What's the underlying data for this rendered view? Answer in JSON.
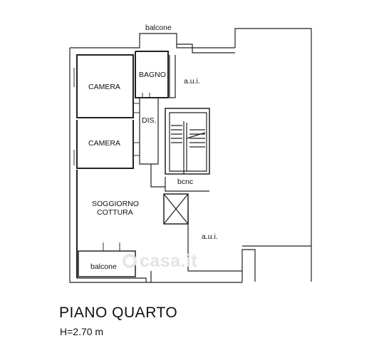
{
  "rooms": {
    "balcone_top": "balcone",
    "bagno": "BAGNO",
    "camera_1": "CAMERA",
    "camera_2": "CAMERA",
    "dis": "DIS.",
    "aui_top": "a.u.i.",
    "bcnc": "bcnc",
    "soggiorno_line1": "SOGGIORNO",
    "soggiorno_line2": "COTTURA",
    "aui_bottom": "a.u.i.",
    "balcone_bottom": "balcone"
  },
  "floor_title": "PIANO QUARTO",
  "floor_height": "H=2.70 m",
  "watermark": "casa.it",
  "colors": {
    "walls": "#222222",
    "lines": "#333333",
    "watermark": "#e3e3e3"
  }
}
